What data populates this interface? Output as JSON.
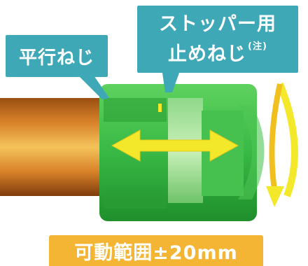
{
  "colors": {
    "teal": "#3fa8b6",
    "green": "#36b646",
    "green_dark": "#1f8f2b",
    "copper": "#d2761c",
    "arrow_yellow": "#f4e82a",
    "label_yellow": "#f3b533"
  },
  "labels": {
    "parallel_thread": "平行ねじ",
    "stopper_line1": "ストッパー用",
    "stopper_line2": "止めねじ",
    "stopper_note": "(注)",
    "range": "可動範囲±20mm"
  },
  "icons": {
    "double_arrow": "horizontal-double-arrow-icon",
    "rotation_arrow": "rotation-arrow-icon"
  }
}
